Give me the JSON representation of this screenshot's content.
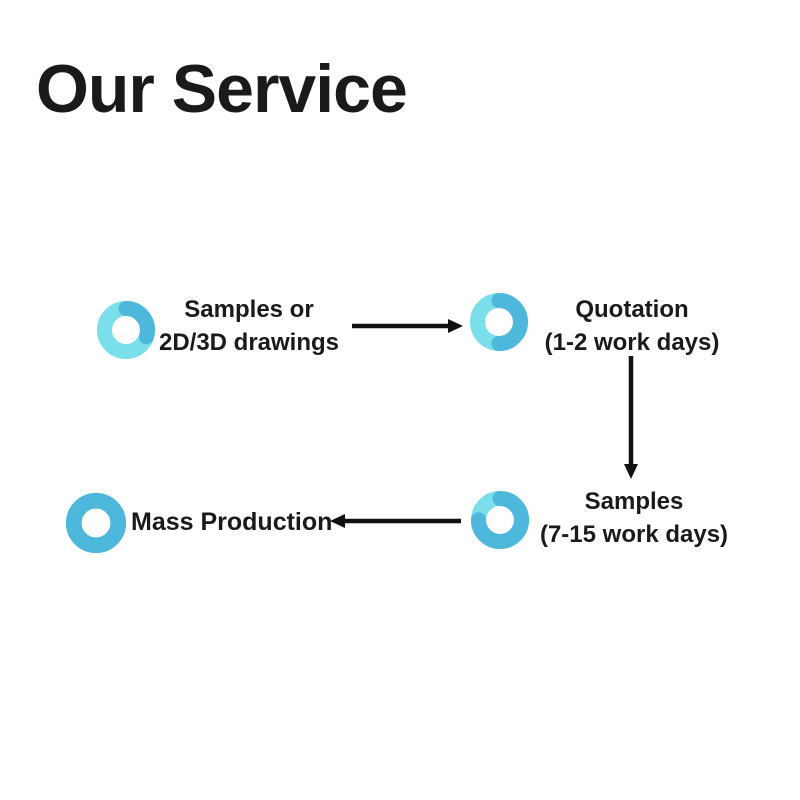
{
  "title": "Our Service",
  "colors": {
    "background": "#ffffff",
    "text": "#1a1a1a",
    "arrow": "#111111",
    "ring_light": "#7ADFEA",
    "ring_dark": "#4DB8DC"
  },
  "steps": [
    {
      "label_line1": "Samples or",
      "label_line2": "2D/3D drawings",
      "ring_progress_percent": 30
    },
    {
      "label_line1": "Quotation",
      "label_line2": "(1-2 work days)",
      "ring_progress_percent": 50
    },
    {
      "label_line1": "Samples",
      "label_line2": "(7-15 work days)",
      "ring_progress_percent": 75
    },
    {
      "label_line1": "Mass Production",
      "label_line2": "",
      "ring_progress_percent": 100
    }
  ]
}
